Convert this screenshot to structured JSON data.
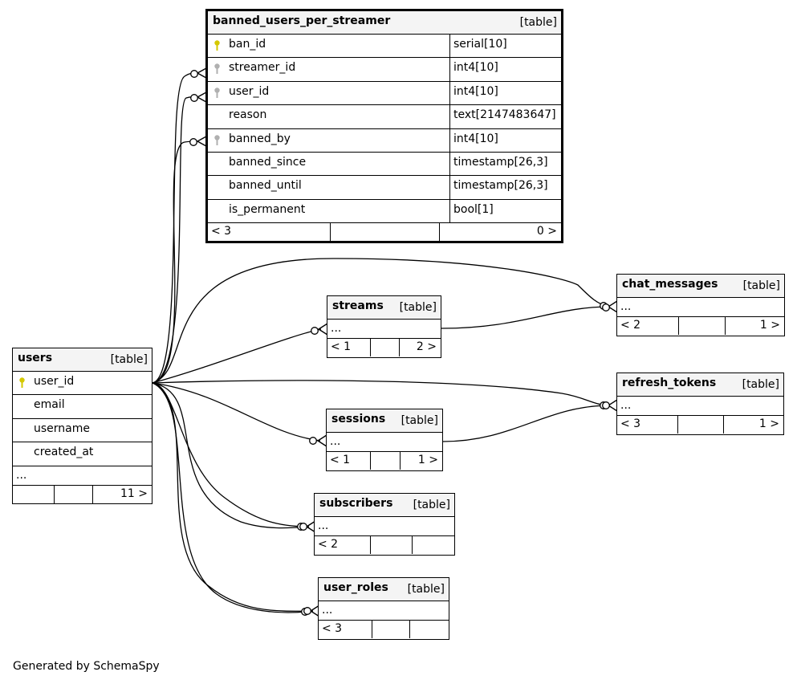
{
  "footer_note": "Generated by SchemaSpy",
  "tables": {
    "banned": {
      "name": "banned_users_per_streamer",
      "kind": "[table]",
      "columns": [
        {
          "name": "ban_id",
          "type": "serial[10]",
          "key": "primary-key-icon"
        },
        {
          "name": "streamer_id",
          "type": "int4[10]",
          "key": "foreign-key-icon"
        },
        {
          "name": "user_id",
          "type": "int4[10]",
          "key": "foreign-key-icon"
        },
        {
          "name": "reason",
          "type": "text[2147483647]",
          "key": ""
        },
        {
          "name": "banned_by",
          "type": "int4[10]",
          "key": "foreign-key-icon"
        },
        {
          "name": "banned_since",
          "type": "timestamp[26,3]",
          "key": ""
        },
        {
          "name": "banned_until",
          "type": "timestamp[26,3]",
          "key": ""
        },
        {
          "name": "is_permanent",
          "type": "bool[1]",
          "key": ""
        }
      ],
      "footer_left": "< 3",
      "footer_right": "0 >"
    },
    "users": {
      "name": "users",
      "kind": "[table]",
      "columns": [
        {
          "name": "user_id",
          "key": "primary-key-icon"
        },
        {
          "name": "email",
          "key": ""
        },
        {
          "name": "username",
          "key": ""
        },
        {
          "name": "created_at",
          "key": ""
        }
      ],
      "ellipsis": "...",
      "footer_left": "",
      "footer_right": "11 >"
    },
    "streams": {
      "name": "streams",
      "kind": "[table]",
      "ellipsis": "...",
      "footer_left": "< 1",
      "footer_right": "2 >"
    },
    "chat_messages": {
      "name": "chat_messages",
      "kind": "[table]",
      "ellipsis": "...",
      "footer_left": "< 2",
      "footer_right": "1 >"
    },
    "sessions": {
      "name": "sessions",
      "kind": "[table]",
      "ellipsis": "...",
      "footer_left": "< 1",
      "footer_right": "1 >"
    },
    "refresh_tokens": {
      "name": "refresh_tokens",
      "kind": "[table]",
      "ellipsis": "...",
      "footer_left": "< 3",
      "footer_right": "1 >"
    },
    "subscribers": {
      "name": "subscribers",
      "kind": "[table]",
      "ellipsis": "...",
      "footer_left": "< 2",
      "footer_right": ""
    },
    "user_roles": {
      "name": "user_roles",
      "kind": "[table]",
      "ellipsis": "...",
      "footer_left": "< 3",
      "footer_right": ""
    }
  },
  "colors": {
    "line": "#000000",
    "header_fill": "#f4f4f4",
    "primary_key": "#d4c800",
    "foreign_key": "#b0b0b0"
  }
}
